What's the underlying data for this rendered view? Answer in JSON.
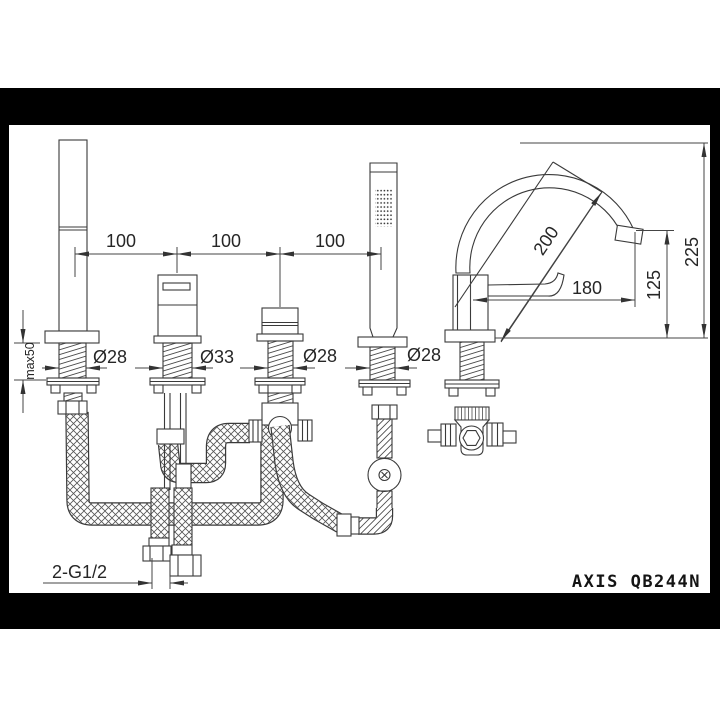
{
  "page": {
    "background": "#ffffff",
    "frame_color": "#000000",
    "line_color": "#3a3a3a"
  },
  "title_block": {
    "model": "AXIS QB244N"
  },
  "dimensions": {
    "hole_spacing": [
      "100",
      "100",
      "100"
    ],
    "connection_note": "2-G1/2",
    "deck_max_thickness": "max50",
    "shank_diameters": {
      "tub_spout": "Ø28",
      "mixer_valve": "Ø33",
      "diverter_valve": "Ø28",
      "hand_shower": "Ø28"
    },
    "spout": {
      "diagonal_length": "200",
      "reach": "180",
      "outlet_height": "125",
      "total_height": "225"
    }
  }
}
